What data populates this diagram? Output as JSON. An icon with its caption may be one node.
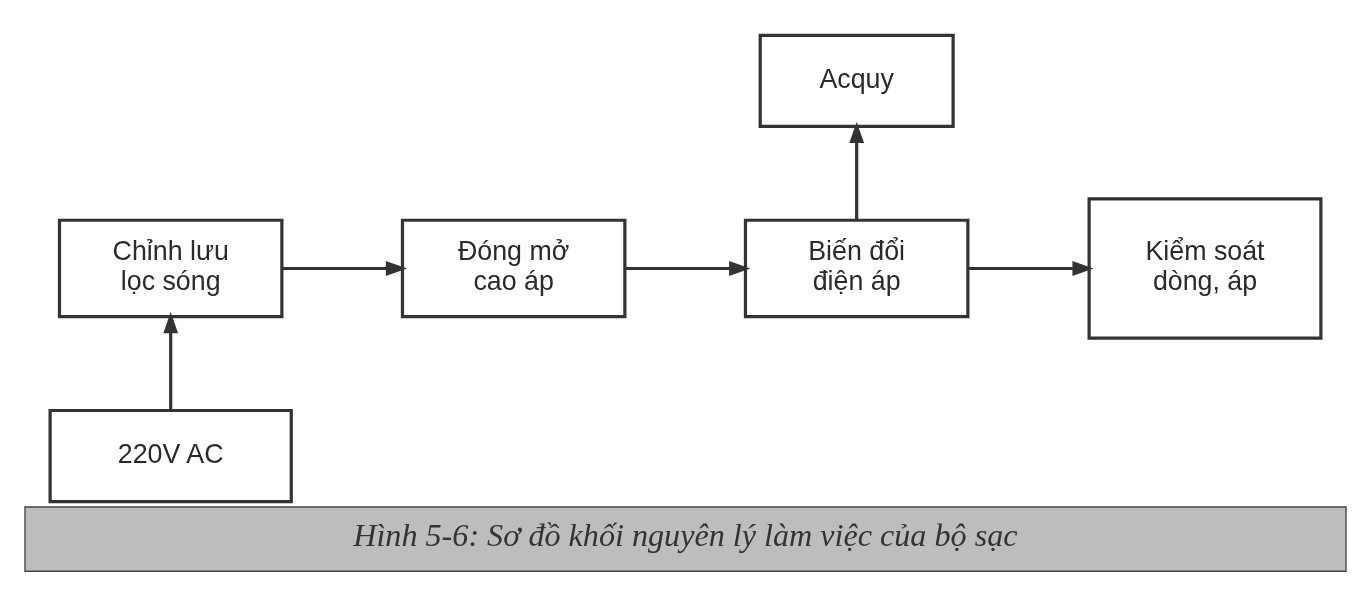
{
  "diagram": {
    "caption": "Hình 5-6: Sơ đồ khối nguyên lý làm việc của bộ sạc",
    "nodes": [
      {
        "text": [
          "Chỉnh lưu lọc sóng"
        ]
      },
      {
        "text": [
          "Đóng mở cao áp"
        ]
      },
      {
        "text": [
          "Biến đổi điện áp"
        ]
      },
      {
        "text": [
          "Acquy"
        ]
      },
      {
        "text": [
          "Kiểm soát dòng, áp"
        ]
      },
      {
        "text": [
          "220V AC"
        ]
      }
    ],
    "edges": [
      {
        "from": 5,
        "to": 0,
        "arrow": "to"
      },
      {
        "from": 0,
        "to": 1,
        "arrow": "to"
      },
      {
        "from": 1,
        "to": 2,
        "arrow": "to"
      },
      {
        "from": 2,
        "to": 3,
        "arrow": "to"
      },
      {
        "from": 2,
        "to": 4,
        "arrow": "to"
      }
    ]
  }
}
